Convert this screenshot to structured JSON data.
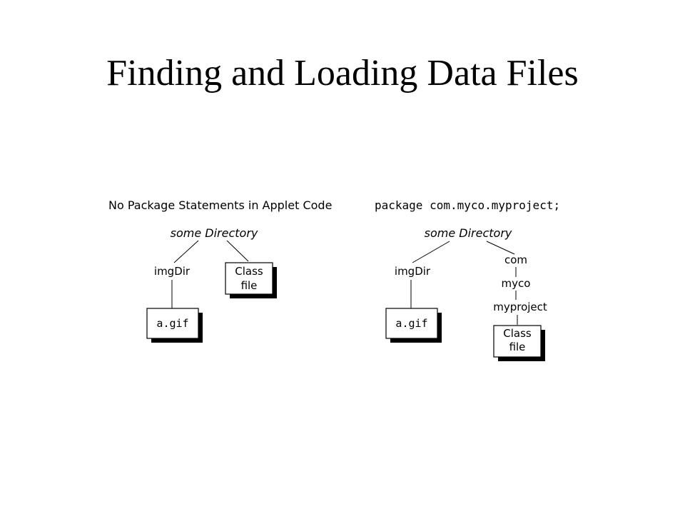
{
  "title": "Finding and Loading Data Files",
  "left_tree": {
    "caption": "No Package Statements in Applet Code",
    "root": "some Directory",
    "img_dir": "imgDir",
    "image_file": "a.gif",
    "class_file_line1": "Class",
    "class_file_line2": "file"
  },
  "right_tree": {
    "caption": "package com.myco.myproject;",
    "root": "some Directory",
    "img_dir": "imgDir",
    "image_file": "a.gif",
    "pkg_com": "com",
    "pkg_myco": "myco",
    "pkg_myproject": "myproject",
    "class_file_line1": "Class",
    "class_file_line2": "file"
  }
}
